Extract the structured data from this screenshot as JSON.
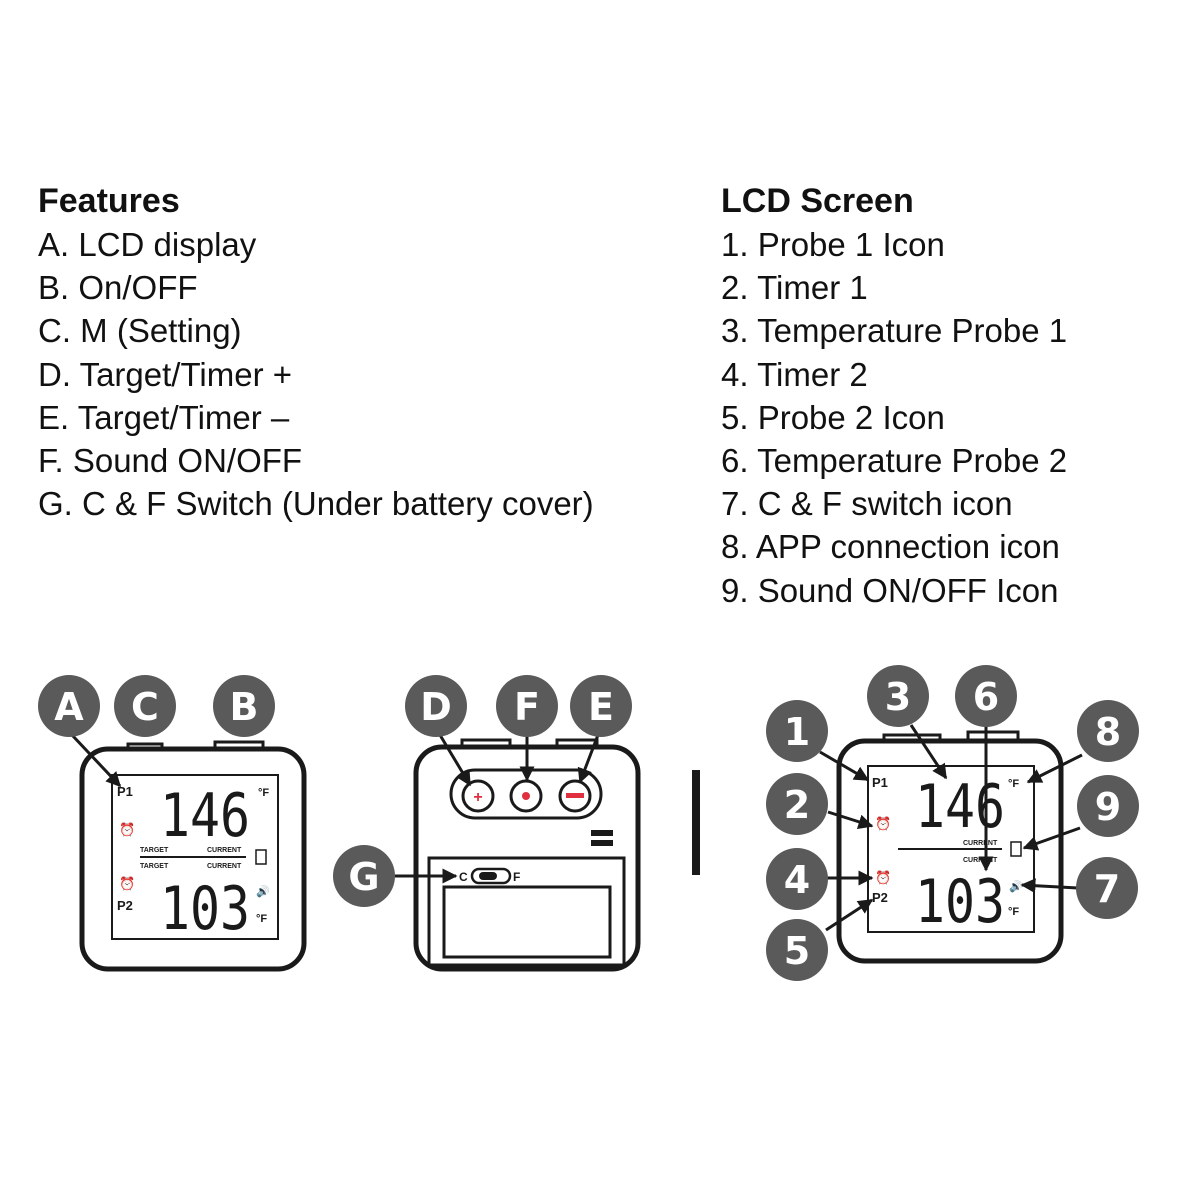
{
  "features": {
    "heading": "Features",
    "items": [
      "A. LCD display",
      "B. On/OFF",
      "C. M (Setting)",
      "D. Target/Timer +",
      "E. Target/Timer –",
      "F. Sound ON/OFF",
      "G. C & F Switch (Under battery cover)"
    ]
  },
  "lcd_screen": {
    "heading": "LCD Screen",
    "items": [
      "1. Probe 1 Icon",
      "2. Timer 1",
      "3. Temperature Probe 1",
      "4. Timer 2",
      "5. Probe 2 Icon",
      "6. Temperature Probe 2",
      "7. C & F switch icon",
      "8. APP connection icon",
      "9. Sound ON/OFF Icon"
    ]
  },
  "markers": {
    "a": "A",
    "c": "C",
    "b": "B",
    "d": "D",
    "f": "F",
    "e": "E",
    "g": "G",
    "n1": "1",
    "n2": "2",
    "n3": "3",
    "n4": "4",
    "n5": "5",
    "n6": "6",
    "n7": "7",
    "n8": "8",
    "n9": "9"
  },
  "display": {
    "temp_top": "146",
    "temp_bottom": "103",
    "unit": "°F",
    "probe1": "P1",
    "probe2": "P2",
    "target_label": "TARGET",
    "current_label": "CURRENT",
    "switch_c": "C",
    "switch_f": "F"
  },
  "colors": {
    "marker_fill": "#5a5a5a",
    "button_red": "#e03040",
    "outline": "#1a1a1a"
  }
}
